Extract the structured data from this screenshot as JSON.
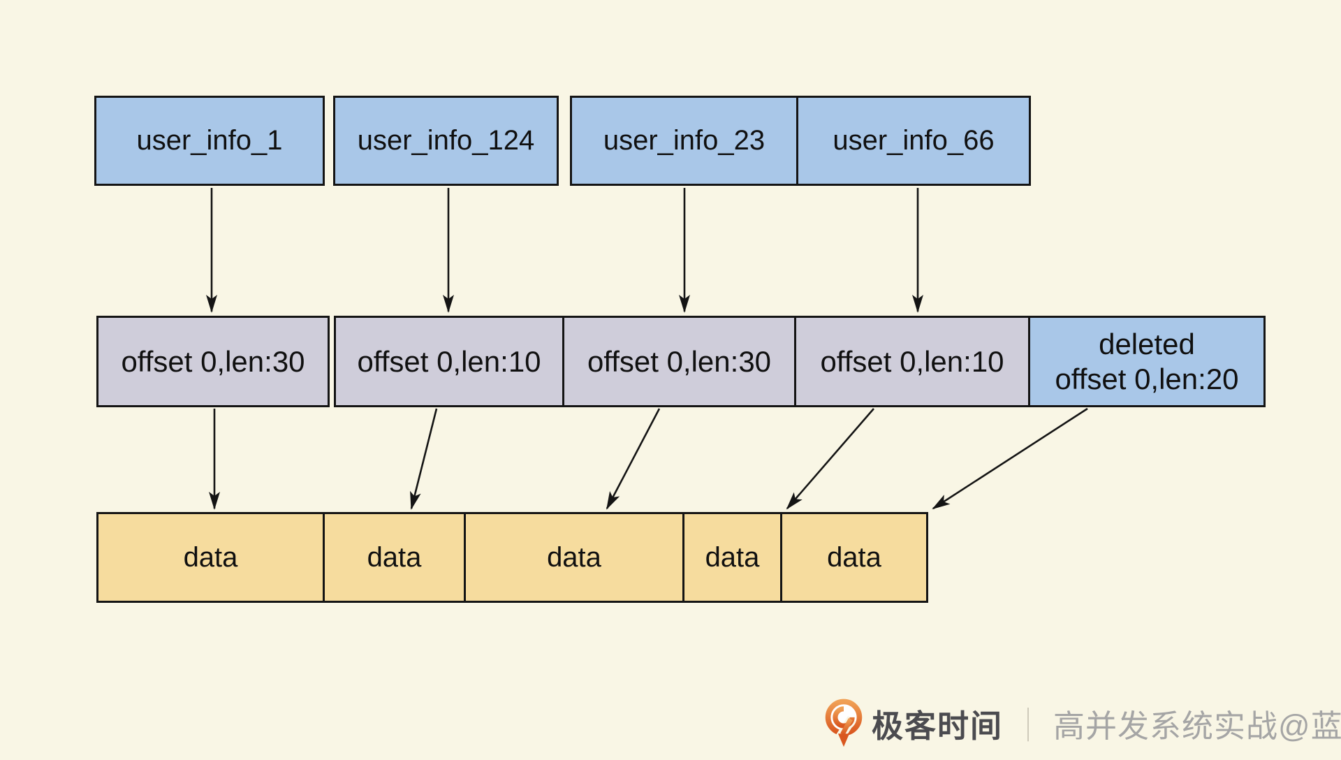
{
  "colors": {
    "bg": "#f9f6e5",
    "line": "#141414",
    "blue": "#a9c7e8",
    "lavender": "#cfcdda",
    "yellow": "#f6dc9e",
    "brand_orange": "#e07a33",
    "brand_text": "#4b4b4f",
    "divider_gray": "#c9c5b6",
    "course_gray": "#a5a5a5"
  },
  "diagram": {
    "top_row": [
      {
        "label": "user_info_1"
      },
      {
        "label": "user_info_124"
      },
      {
        "label": "user_info_23"
      },
      {
        "label": "user_info_66"
      }
    ],
    "middle_row": [
      {
        "label": "offset 0,len:30"
      },
      {
        "label": "offset 0,len:10"
      },
      {
        "label": "offset 0,len:30"
      },
      {
        "label": "offset 0,len:10"
      },
      {
        "line1": "deleted",
        "line2": "offset 0,len:20"
      }
    ],
    "bottom_row": [
      {
        "label": "data"
      },
      {
        "label": "data"
      },
      {
        "label": "data"
      },
      {
        "label": "data"
      },
      {
        "label": "data"
      }
    ]
  },
  "watermark": {
    "logo_icon": "geektime-pin-logo",
    "brand": "极客时间",
    "divider": "｜",
    "course": "高并发系统实战@蓝天"
  }
}
